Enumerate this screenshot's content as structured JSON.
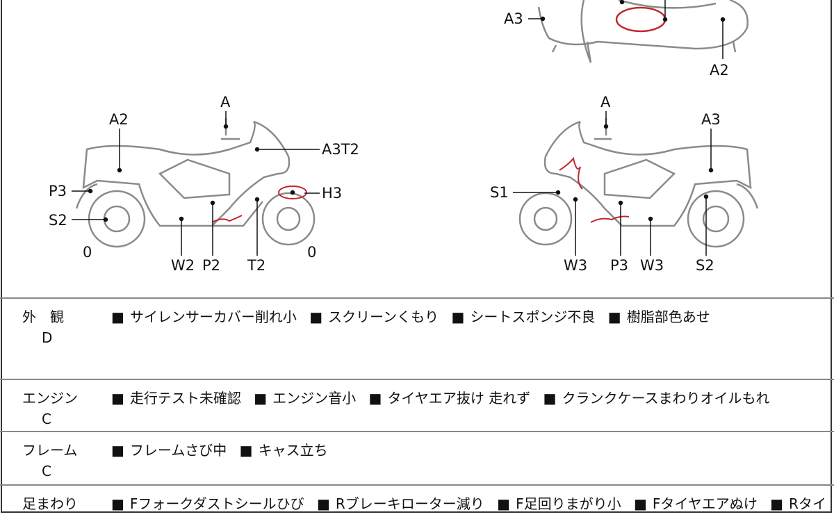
{
  "diagram_labels": {
    "top_view": {
      "a3": "A3",
      "a2": "A2"
    },
    "left_view": {
      "a": "A",
      "a2": "A2",
      "a3t2": "A3T2",
      "p3": "P3",
      "h3": "H3",
      "s2": "S2",
      "zero_rear": "0",
      "zero_front": "0",
      "w2": "W2",
      "p2": "P2",
      "t2": "T2"
    },
    "right_view": {
      "a": "A",
      "a3": "A3",
      "s1": "S1",
      "w3_front": "W3",
      "p3": "P3",
      "w3": "W3",
      "s2": "S2"
    }
  },
  "colors": {
    "damage_mark": "#c0282d",
    "line": "#888888"
  },
  "rows": [
    {
      "category": "外　観",
      "grade": "D",
      "bullet": "■",
      "items": [
        "サイレンサーカバー削れ小",
        "スクリーンくもり",
        "シートスポンジ不良",
        "樹脂部色あせ"
      ]
    },
    {
      "category": "エンジン",
      "grade": "C",
      "bullet": "■",
      "items": [
        "走行テスト未確認",
        "エンジン音小",
        "タイヤエア抜け 走れず",
        "クランクケースまわりオイルもれ"
      ]
    },
    {
      "category": "フレーム",
      "grade": "C",
      "bullet": "■",
      "items": [
        "フレームさび中",
        "キャス立ち"
      ]
    },
    {
      "category": "足まわり",
      "grade": "",
      "bullet": "■",
      "items": [
        "Fフォークダストシールひび",
        "Rブレーキローター減り",
        "F足回りまがり小",
        "Fタイヤエアぬけ",
        "Rタイ"
      ]
    }
  ]
}
